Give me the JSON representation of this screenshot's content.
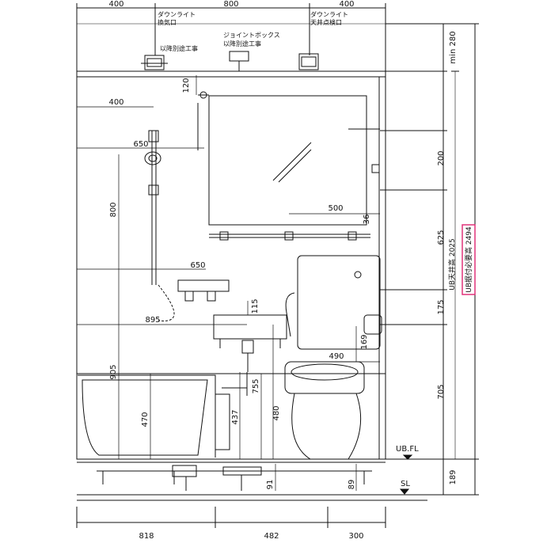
{
  "top_dims": [
    "400",
    "800",
    "400"
  ],
  "top_notes": {
    "downlight_left": "ダウンライト",
    "exhaust": "換気口",
    "junction_box": "ジョイントボックス",
    "separate_work_center": "以降別途工事",
    "separate_work_left": "以降別途工事",
    "downlight_right": "ダウンライト",
    "ceiling_hatch": "天井点検口"
  },
  "right_dims": [
    "min 280",
    "200",
    "625",
    "175",
    "705",
    "189"
  ],
  "vertical_labels": {
    "ub_inner_height": "UB天井高 2025",
    "ub_install_height": "UB据付必要高 2494"
  },
  "inner_dims": {
    "d120": "120",
    "d400": "400",
    "d650_top": "650",
    "d800": "800",
    "d500": "500",
    "d36": "36",
    "d650_mid": "650",
    "d115": "115",
    "d895": "895",
    "d169": "169",
    "d490": "490",
    "d905": "905",
    "d755": "755",
    "d470": "470",
    "d437": "437",
    "d480": "480",
    "d91": "91",
    "d89": "89"
  },
  "level_labels": {
    "ubfl": "UB.FL",
    "sl": "SL"
  },
  "bottom_dims": [
    "818",
    "482",
    "300"
  ],
  "colors": {
    "line": "#111111",
    "highlight": "#e0337a",
    "fill_light": "#f2f2f2"
  }
}
